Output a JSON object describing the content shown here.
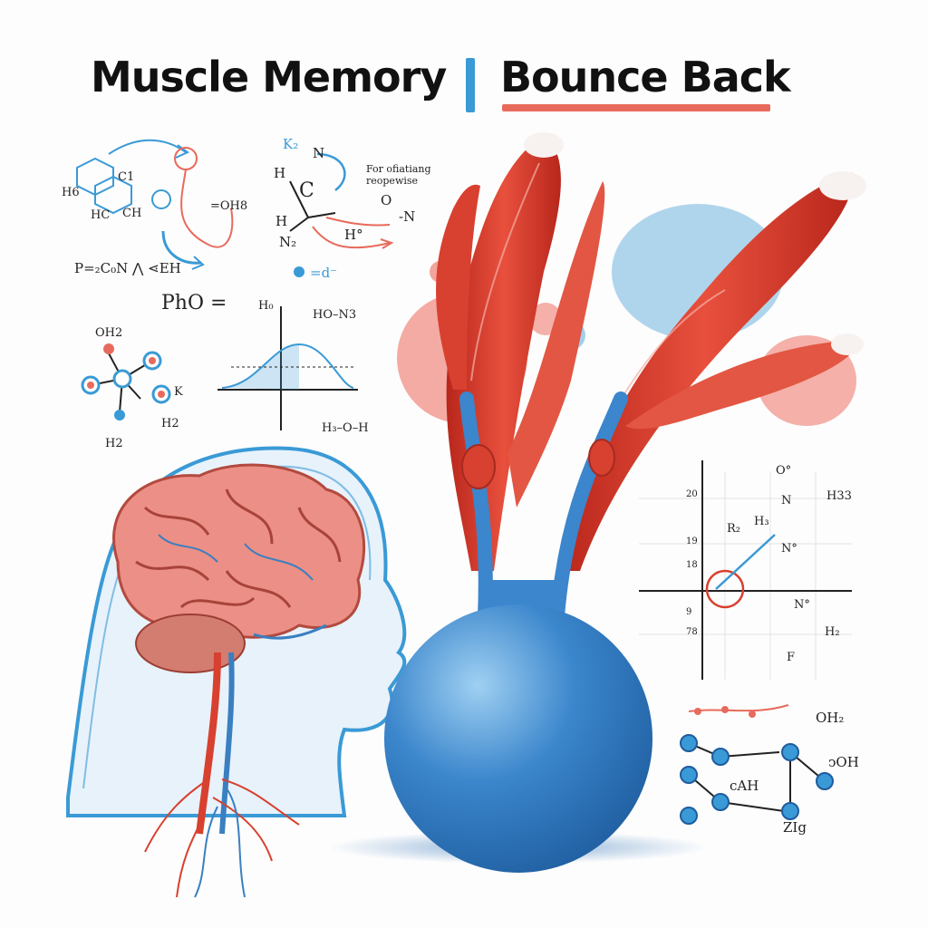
{
  "title": {
    "left": "Muscle Memory",
    "right": "Bounce Back"
  },
  "colors": {
    "accent_blue": "#3a9ad6",
    "accent_red": "#e86a5c",
    "muscle_red": "#d8402f",
    "ball_blue": "#3b86cc"
  },
  "labels": {
    "c_top": "C",
    "k2": "K₂",
    "n_top": "N",
    "h_left": "H",
    "h_mid": "H",
    "n2": "N₂",
    "h_star": "H°",
    "o_top": "O",
    "n_right": "N",
    "minus_n": "-N",
    "note_line1": "For ofiatiang",
    "note_line2": "reopewise",
    "h6": "H6",
    "c1": "C1",
    "hc": "HC",
    "ch": "CH",
    "oh_small": "=OH8",
    "p_eq": "P=₂C₀N ⋀ ⋖ΕΗ",
    "d_eq": "=d⁻",
    "pho": "PhO =",
    "oh2_left": "OH2",
    "k_left": "K",
    "h2_a": "H2",
    "h2_b": "H2",
    "h_graph": "H₀",
    "hon3": "HO–N3",
    "h_o_h": "H₃–O–H",
    "o_right": "O°",
    "n_right2": "N",
    "h33": "H33",
    "r2": "R₂",
    "h3": "H₃",
    "n_star": "N°",
    "n_right3": "N°",
    "h2_right": "H₂",
    "f_right": "F",
    "oh2_br": "OH₂",
    "oh_br": "ↄOH",
    "cah": "cAH",
    "zig": "ZIg",
    "axis_20": "20",
    "axis_19": "19",
    "axis_18": "18",
    "axis_9": "9",
    "axis_neg": "78"
  }
}
